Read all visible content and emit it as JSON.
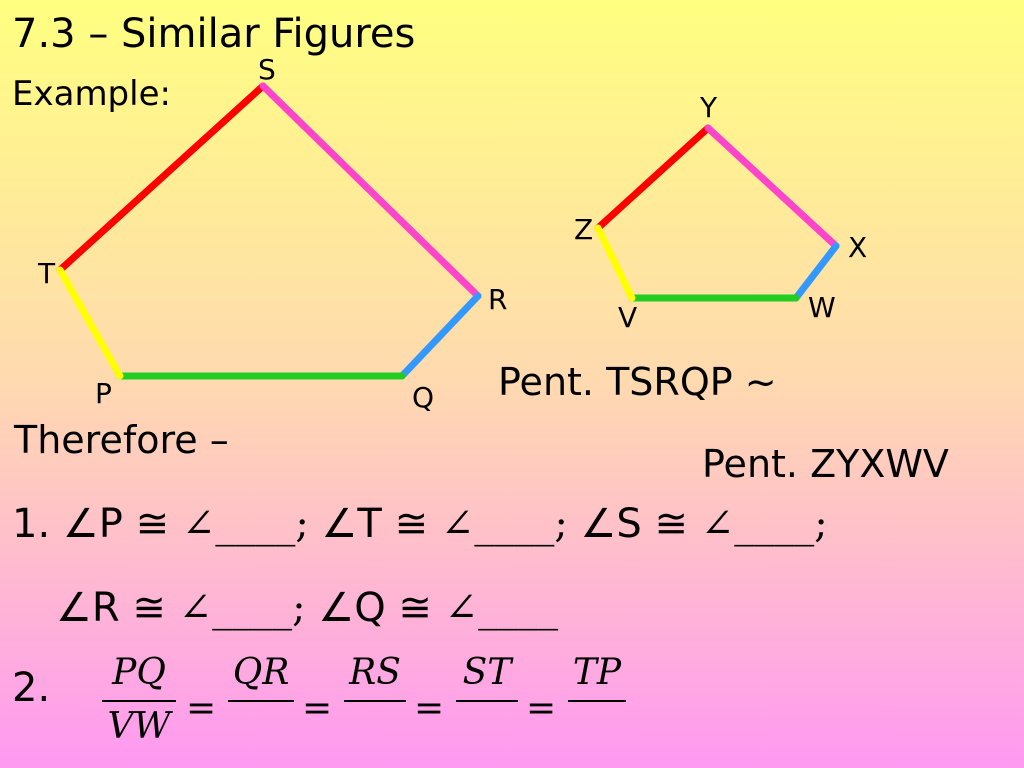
{
  "title": "7.3 – Similar Figures",
  "subtitle": "Example:",
  "large_pentagon": {
    "labels": {
      "S": "S",
      "T": "T",
      "R": "R",
      "P": "P",
      "Q": "Q"
    }
  },
  "small_pentagon": {
    "labels": {
      "Y": "Y",
      "Z": "Z",
      "X": "X",
      "V": "V",
      "W": "W"
    }
  },
  "edge_colors": {
    "red": "#ff0000",
    "magenta": "#ff44cc",
    "yellow": "#ffff00",
    "green": "#22cc22",
    "blue": "#3399ff"
  },
  "statement_line1": "Pent. TSRQP ~",
  "statement_line2": "Pent. ZYXWV",
  "therefore": "Therefore –",
  "congruences": {
    "num": "1.",
    "row1": [
      {
        "angle": "∠P",
        "sym": "≅",
        "blank": "∠____;"
      },
      {
        "angle": "∠T",
        "sym": "≅",
        "blank": "∠____;"
      },
      {
        "angle": "∠S",
        "sym": "≅",
        "blank": "∠____;"
      }
    ],
    "row2": [
      {
        "angle": "∠R",
        "sym": "≅",
        "blank": "∠____;"
      },
      {
        "angle": "∠Q",
        "sym": "≅",
        "blank": "∠____"
      }
    ]
  },
  "ratios": {
    "num": "2.",
    "fractions": [
      {
        "num": "PQ",
        "den": "VW"
      },
      {
        "num": "QR",
        "den": ""
      },
      {
        "num": "RS",
        "den": ""
      },
      {
        "num": "ST",
        "den": ""
      },
      {
        "num": "TP",
        "den": ""
      }
    ],
    "eq": "="
  }
}
